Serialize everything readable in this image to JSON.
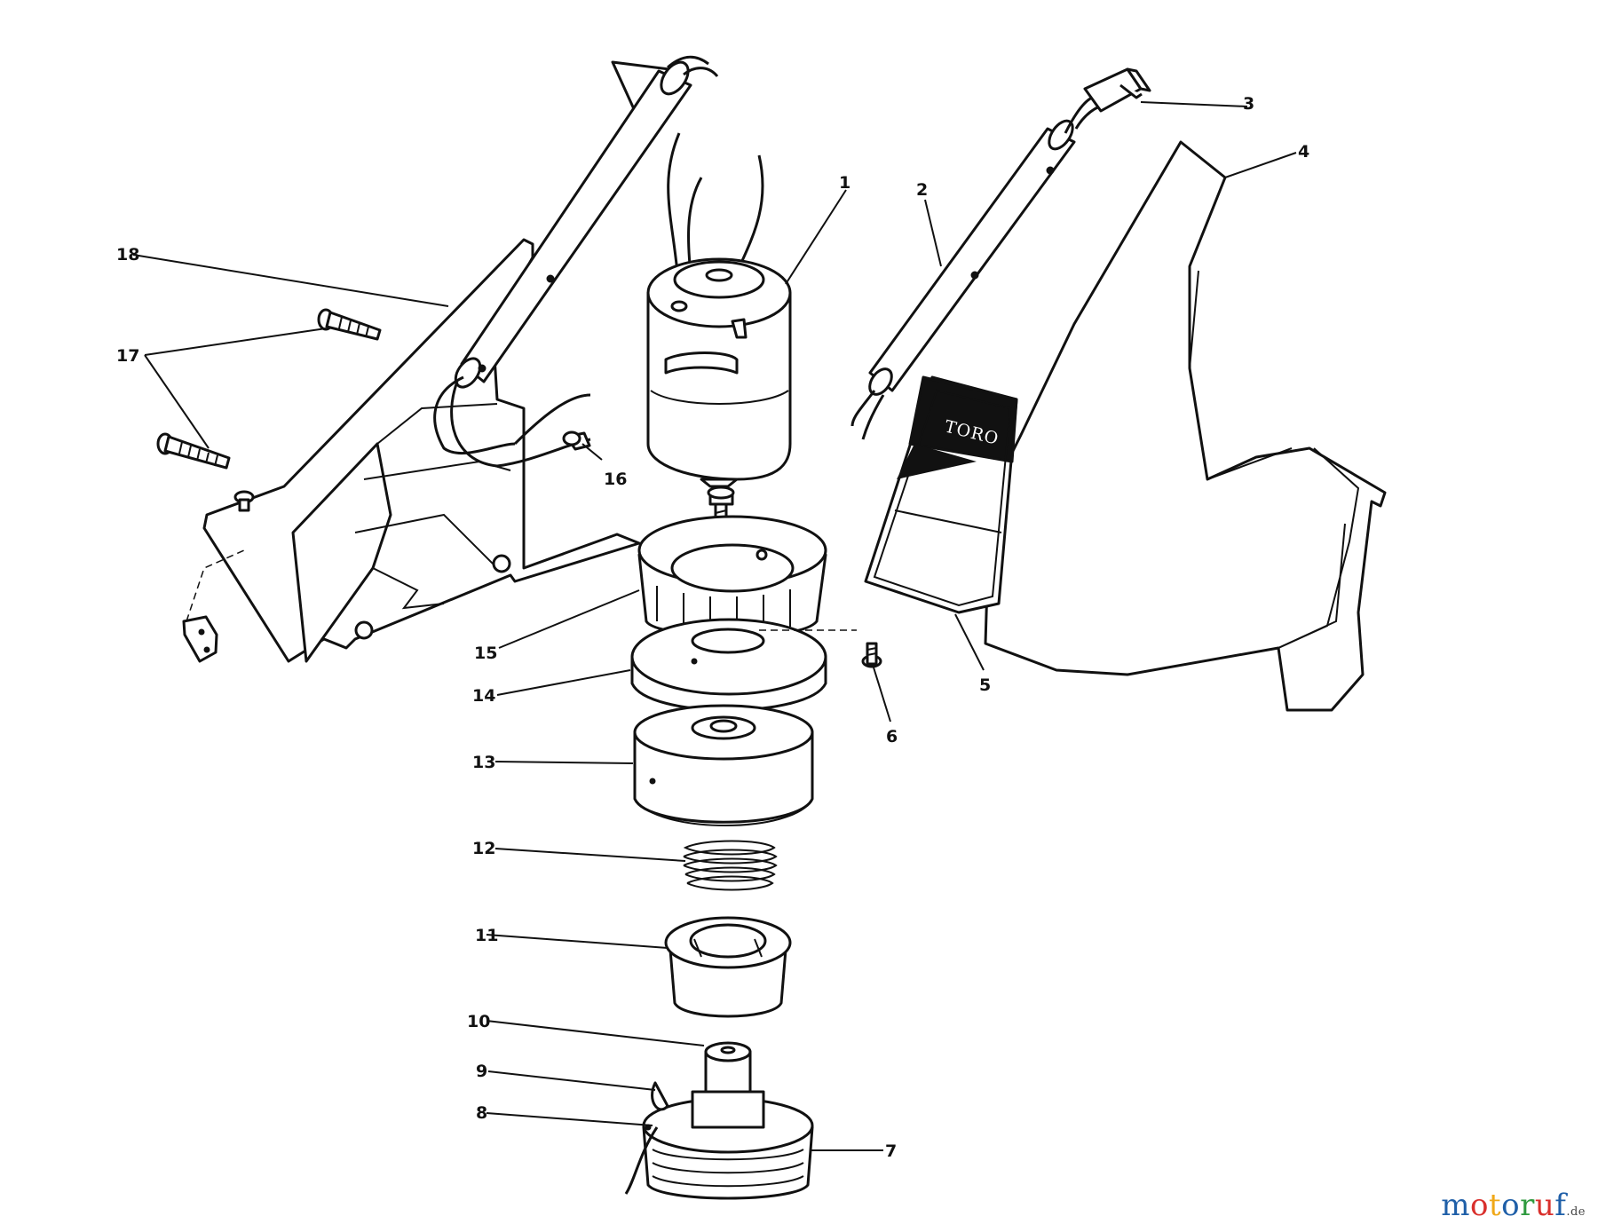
{
  "callouts": [
    {
      "label": "1",
      "part": "motor"
    },
    {
      "label": "2",
      "part": "handle-tube"
    },
    {
      "label": "3",
      "part": "cord-connector"
    },
    {
      "label": "4",
      "part": "housing-half-right"
    },
    {
      "label": "5",
      "part": "decal-panel"
    },
    {
      "label": "6",
      "part": "screw"
    },
    {
      "label": "7",
      "part": "spool-housing"
    },
    {
      "label": "8",
      "part": "spool"
    },
    {
      "label": "9",
      "part": "line-eyelet"
    },
    {
      "label": "10",
      "part": "spool-hub"
    },
    {
      "label": "11",
      "part": "spool-cup"
    },
    {
      "label": "12",
      "part": "spring"
    },
    {
      "label": "13",
      "part": "cover"
    },
    {
      "label": "14",
      "part": "retainer"
    },
    {
      "label": "15",
      "part": "knob"
    },
    {
      "label": "16",
      "part": "grommet"
    },
    {
      "label": "17",
      "part": "bolts"
    },
    {
      "label": "18",
      "part": "housing-half-left"
    }
  ],
  "decal": {
    "brand": "TORO"
  },
  "watermark": {
    "letters": [
      {
        "char": "m",
        "color": "#1f5fa8"
      },
      {
        "char": "o",
        "color": "#d9302c"
      },
      {
        "char": "t",
        "color": "#f0a818"
      },
      {
        "char": "o",
        "color": "#1f5fa8"
      },
      {
        "char": "r",
        "color": "#2e9a3e"
      },
      {
        "char": "u",
        "color": "#d9302c"
      },
      {
        "char": "f",
        "color": "#1f5fa8"
      }
    ],
    "suffix": ".de"
  }
}
